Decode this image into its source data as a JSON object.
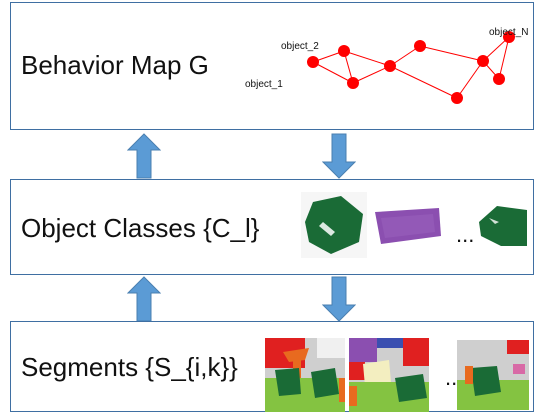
{
  "behavior_map": {
    "title": "Behavior Map G",
    "node_labels": {
      "first": "object_1",
      "second": "object_2",
      "last": "object_N"
    }
  },
  "object_classes": {
    "title": "Object Classes {C_l}",
    "ellipsis": "..."
  },
  "segments": {
    "title": "Segments {S_{i,k}}",
    "ellipsis": "..."
  },
  "colors": {
    "box_border": "#3f6fa2",
    "arrow_fill": "#5b9bd5",
    "graph_red": "#ff0000",
    "class_green": "#1a6b36",
    "class_purple": "#8b4fb0"
  }
}
